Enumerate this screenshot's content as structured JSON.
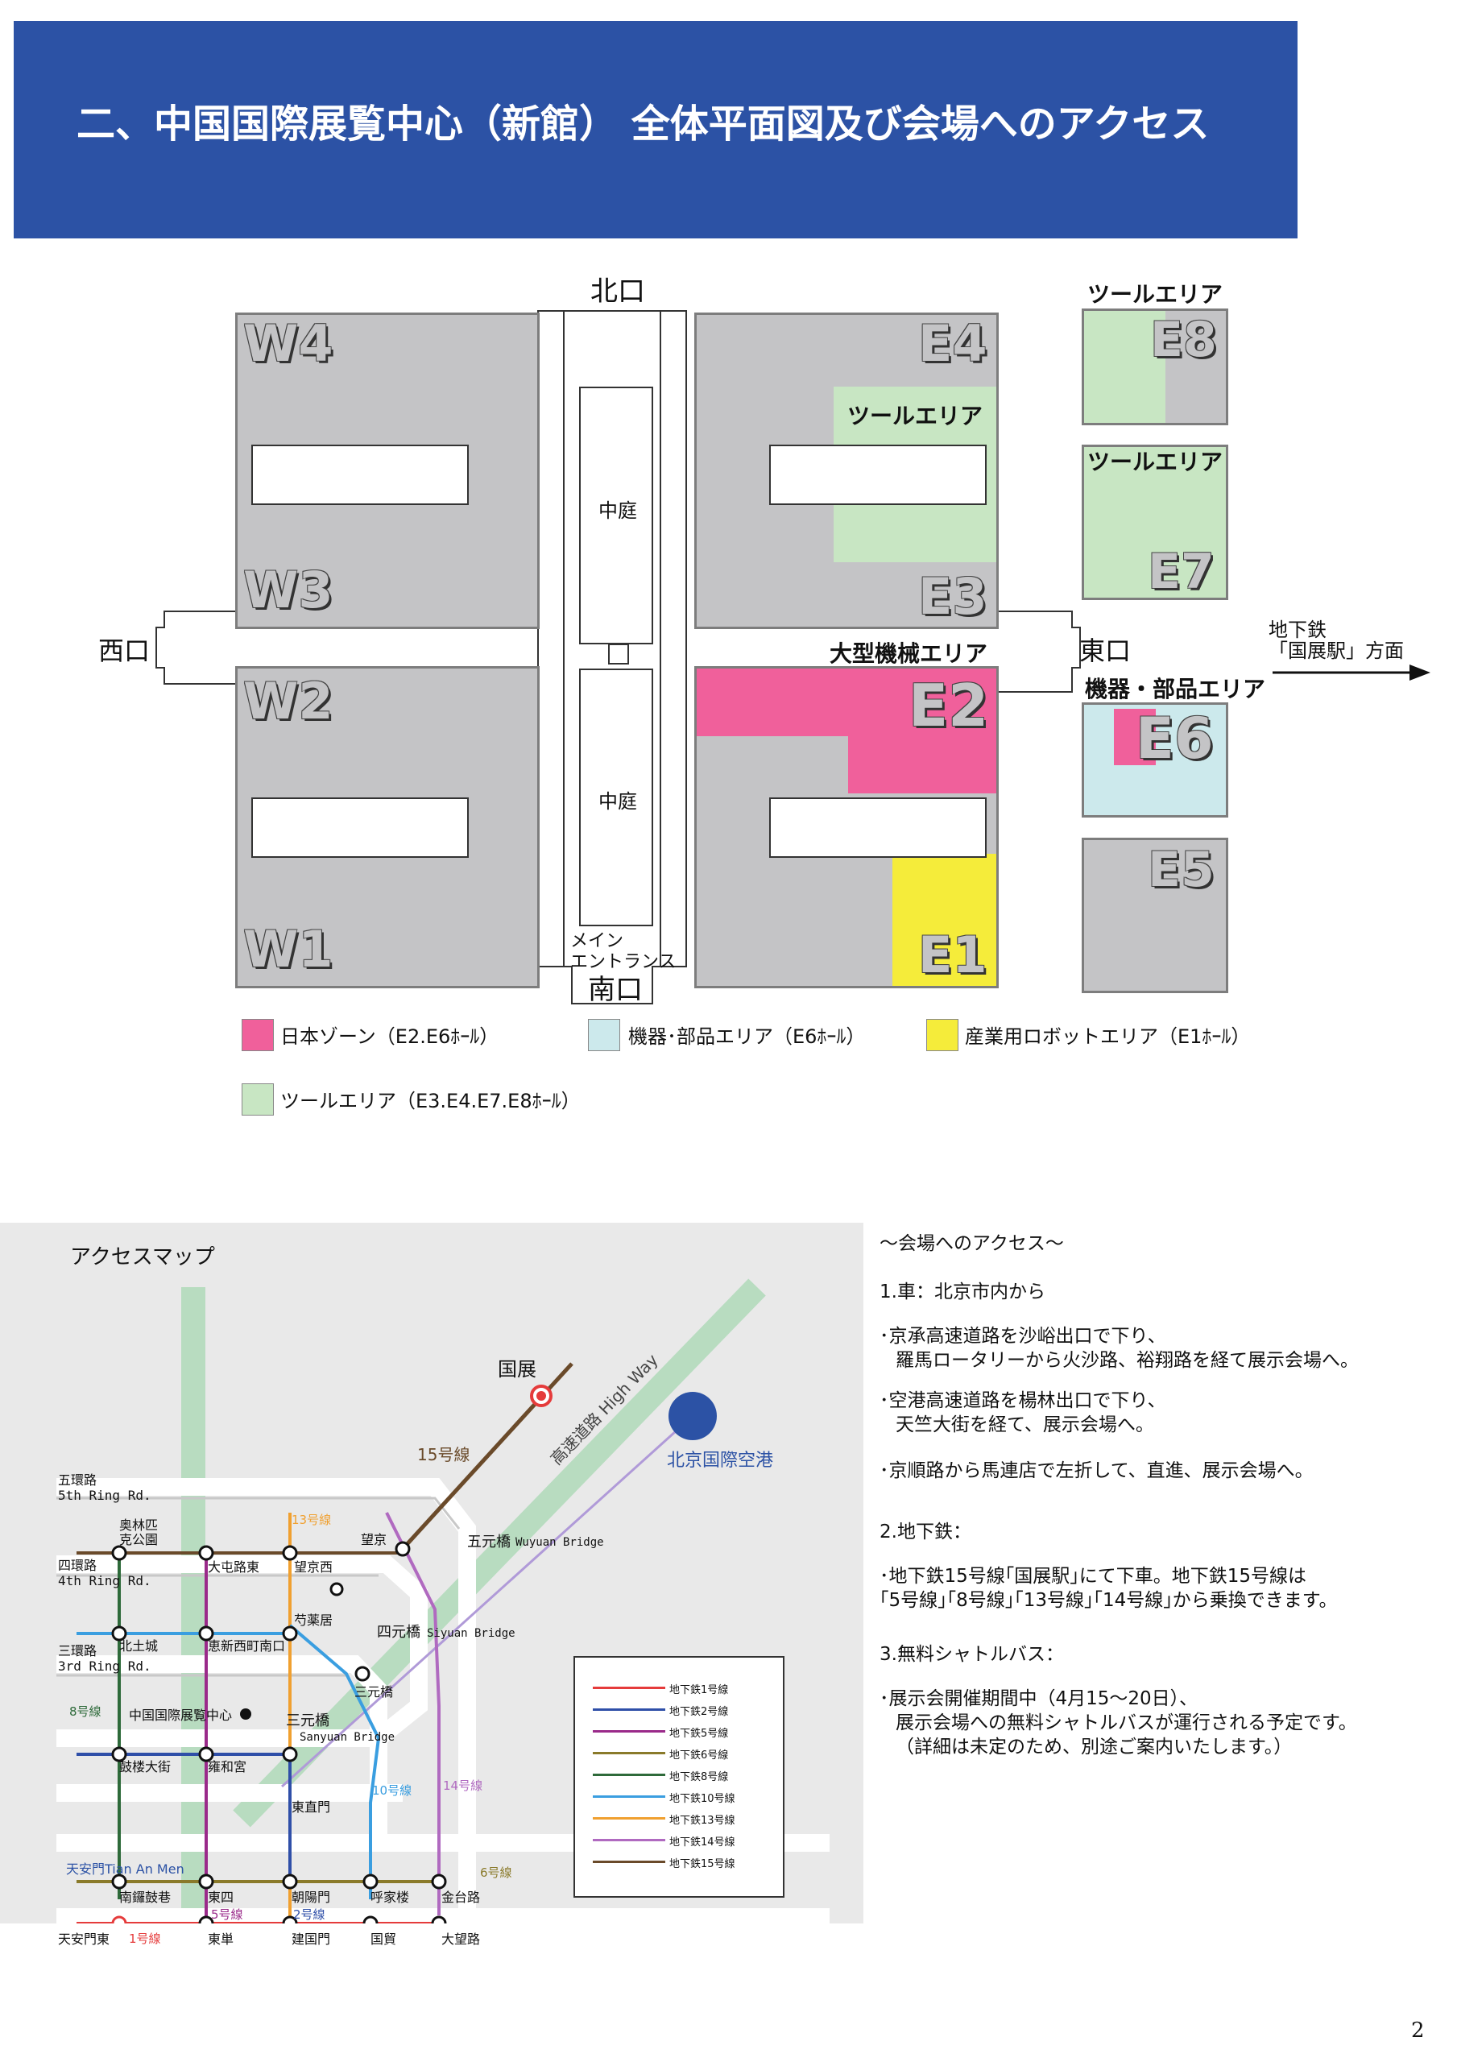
{
  "header": {
    "title": "二、中国国際展覧中心（新館） 全体平面図及び会場へのアクセス"
  },
  "floorplan": {
    "halls": {
      "W4": "W4",
      "W3": "W3",
      "W2": "W2",
      "W1": "W1",
      "E4": "E4",
      "E3": "E3",
      "E2": "E2",
      "E1": "E1",
      "E8": "E8",
      "E7": "E7",
      "E6": "E6",
      "E5": "E5"
    },
    "entrances": {
      "north": "北口",
      "west": "西口",
      "east": "東口",
      "south": "南口",
      "main_line1": "メイン",
      "main_line2": "エントランス"
    },
    "courtyard": "中庭",
    "zones": {
      "tool_area": "ツールエリア",
      "large_machine_area": "大型機械エリア",
      "parts_area": "機器・部品エリア"
    },
    "subway_direction": {
      "line1": "地下鉄",
      "line2": "「国展駅」方面"
    }
  },
  "legend": {
    "items": [
      {
        "label": "日本ゾーン（E2.E6ﾎｰﾙ）",
        "color": "#f0609b"
      },
      {
        "label": "機器･部品エリア（E6ﾎｰﾙ）",
        "color": "#cce9ec"
      },
      {
        "label": "産業用ロボットエリア（E1ﾎｰﾙ）",
        "color": "#f5ec3a"
      },
      {
        "label": "ツールエリア（E3.E4.E7.E8ﾎｰﾙ）",
        "color": "#c8e6c3"
      }
    ]
  },
  "access_map": {
    "title": "アクセスマップ",
    "roads": {
      "r5_cn": "五環路",
      "r5_en": "5th Ring Rd.",
      "r4_cn": "四環路",
      "r4_en": "4th Ring Rd.",
      "r3_cn": "三環路",
      "r3_en": "3rd Ring Rd.",
      "highway": "高速道路 High Way"
    },
    "places": {
      "guozhan": "国展",
      "airport": "北京国際空港",
      "line15": "15号線",
      "olympic1": "奥林匹",
      "olympic2": "克公園",
      "dadun": "大屯路東",
      "wangjingxi": "望京西",
      "wangjing": "望京",
      "wuyuan": "五元橋",
      "wuyuan_en": "Wuyuan Bridge",
      "shaoyaoju": "芍薬居",
      "siyuan": "四元橋",
      "siyuan_en": "Siyuan Bridge",
      "beitucheng": "北土城",
      "huixin": "恵新西町南口",
      "sanyuan1": "三元橋",
      "sanyuan2": "三元橋",
      "sanyuan_en": "Sanyuan Bridge",
      "center": "中国国際展覧中心",
      "gulou": "鼓楼大街",
      "yonghegong": "雍和宮",
      "dongzhimen": "東直門",
      "nanluo": "南鑼鼓巷",
      "dongsi": "東四",
      "chaoyangmen": "朝陽門",
      "hujialou": "呼家楼",
      "jintaiilu": "金台路",
      "tiananmen": "天安門Tian An Men",
      "tiananmendong": "天安門東",
      "dongdan": "東単",
      "jianguomen": "建国門",
      "guomao": "国貿",
      "dawanglu": "大望路",
      "l13": "13号線",
      "l8": "8号線",
      "l10": "10号線",
      "l14": "14号線",
      "l5": "5号線",
      "l2": "2号線",
      "l6": "6号線",
      "l1": "1号線"
    },
    "line_legend": [
      {
        "label": "地下鉄1号線",
        "color": "#e53b3b"
      },
      {
        "label": "地下鉄2号線",
        "color": "#2f4fa8"
      },
      {
        "label": "地下鉄5号線",
        "color": "#9a2a8a"
      },
      {
        "label": "地下鉄6号線",
        "color": "#8a7a2a"
      },
      {
        "label": "地下鉄8号線",
        "color": "#2e6a3a"
      },
      {
        "label": "地下鉄10号線",
        "color": "#3a9ee0"
      },
      {
        "label": "地下鉄13号線",
        "color": "#f0a030"
      },
      {
        "label": "地下鉄14号線",
        "color": "#b06ac0"
      },
      {
        "label": "地下鉄15号線",
        "color": "#6a4a2a"
      }
    ]
  },
  "access_info": {
    "title": "～会場へのアクセス～",
    "car_heading": "1.車：北京市内から",
    "car_1a": "･京承高速道路を沙峪出口で下り、",
    "car_1b": "羅馬ロータリーから火沙路、裕翔路を経て展示会場へ。",
    "car_2a": "･空港高速道路を楊林出口で下り、",
    "car_2b": "天竺大街を経て、展示会場へ。",
    "car_3": "･京順路から馬連店で左折して、直進、展示会場へ。",
    "subway_heading": "2.地下鉄：",
    "subway_1": "･地下鉄15号線｢国展駅｣にて下車。地下鉄15号線は",
    "subway_2": "｢5号線｣｢8号線｣｢13号線｣｢14号線｣から乗換できます。",
    "bus_heading": "3.無料シャトルバス：",
    "bus_1": "･展示会開催期間中（4月15～20日）、",
    "bus_2": "展示会場への無料シャトルバスが運行される予定です。",
    "bus_3": "（詳細は未定のため、別途ご案内いたします。）"
  },
  "page_number": "2"
}
